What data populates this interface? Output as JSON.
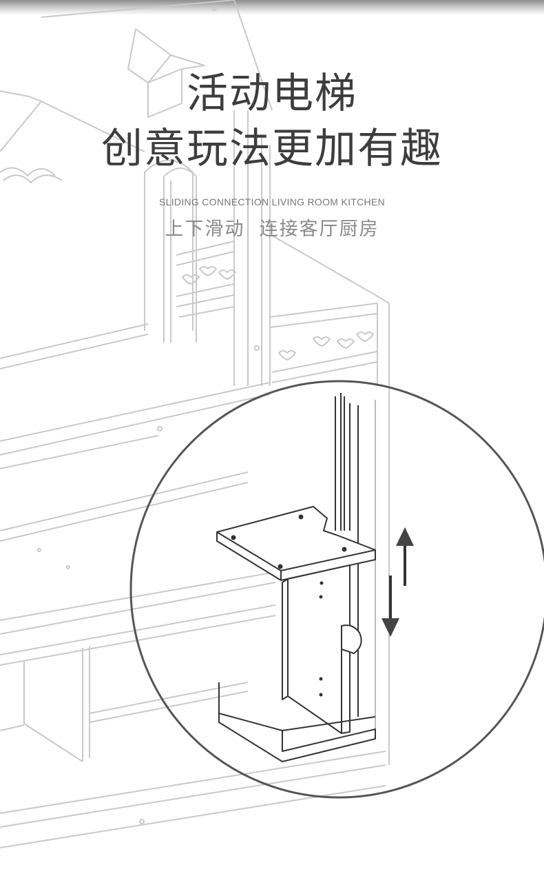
{
  "headline": {
    "line1": "活动电梯",
    "line2": "创意玩法更加有趣"
  },
  "subtitle": {
    "english": "SLIDING CONNECTION LIVING ROOM KITCHEN",
    "chinese": "上下滑动  连接客厅厨房"
  },
  "illustration": {
    "subject": "toy kitchen with sliding elevator",
    "detail_icons": [
      "up-arrow-icon",
      "down-arrow-icon"
    ],
    "line_color": "#c9c9c9",
    "detail_line_color": "#333333",
    "circle_color": "#555555"
  }
}
